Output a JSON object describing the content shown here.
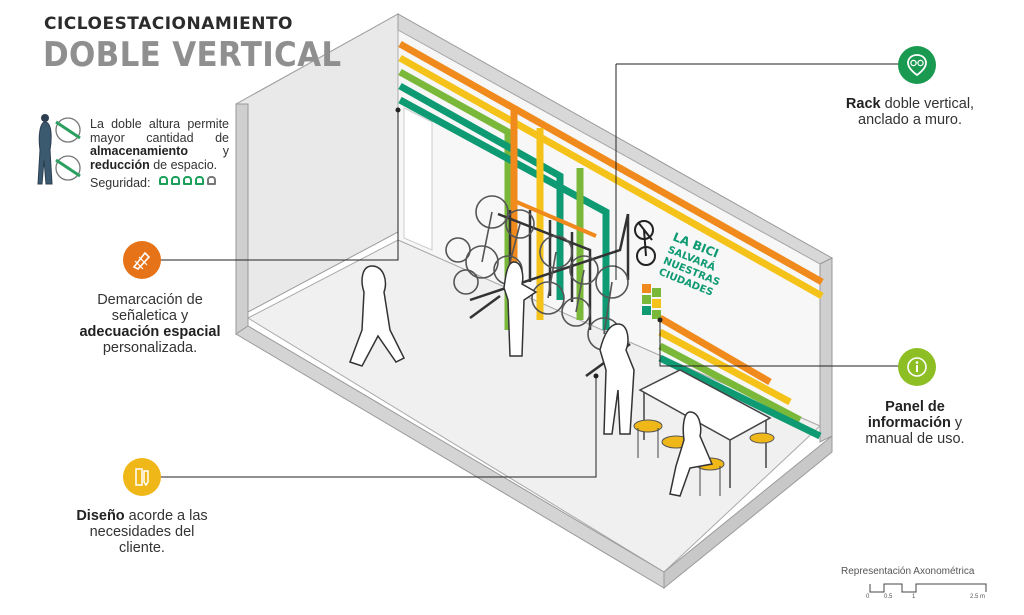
{
  "title": {
    "line1": "CICLOESTACIONAMIENTO",
    "line2": "DOBLE VERTICAL"
  },
  "intro": {
    "text_a": "La doble altura permite mayor cantidad de ",
    "bold_a": "almacenamiento",
    "text_b": " y ",
    "bold_b": "reducción",
    "text_c": " de espacio.",
    "security_label": "Seguridad:",
    "security_level": 4,
    "security_max": 5
  },
  "callouts": {
    "rack": {
      "bold": "Rack",
      "text1": " doble vertical,",
      "text2": "anclado a muro.",
      "icon": "bike-location-pin-icon",
      "color": "#1a9a50"
    },
    "signage": {
      "line1": "Demarcación de",
      "line2": "señaletica y",
      "bold": "adecuación espacial",
      "line4": "personalizada.",
      "icon": "signage-brush-icon",
      "color": "#e67317"
    },
    "panel": {
      "bold1": "Panel de",
      "bold2": "información",
      "text2": " y",
      "line3": "manual de uso.",
      "icon": "info-icon",
      "color": "#8dbf24"
    },
    "design": {
      "bold": "Diseño",
      "text1": " acorde a las",
      "line2": "necesidades del",
      "line3": "cliente.",
      "icon": "pencil-ruler-icon",
      "color": "#f0b719"
    }
  },
  "wall_sign": {
    "line1": "LA BICI",
    "line2": "SALVARÁ",
    "line3": "NUESTRAS",
    "line4": "CIUDADES"
  },
  "scale_bar": {
    "title": "Representación Axonométrica",
    "ticks": [
      "0",
      "0.5",
      "1",
      "2.5 m"
    ]
  },
  "colors": {
    "orange": "#f08a1c",
    "yellow": "#f5c21a",
    "green": "#7ab83a",
    "teal": "#0e9a72",
    "wall": "#e4e4e4",
    "wall_dark": "#c9c9c9",
    "floor": "#f2f2f2"
  }
}
